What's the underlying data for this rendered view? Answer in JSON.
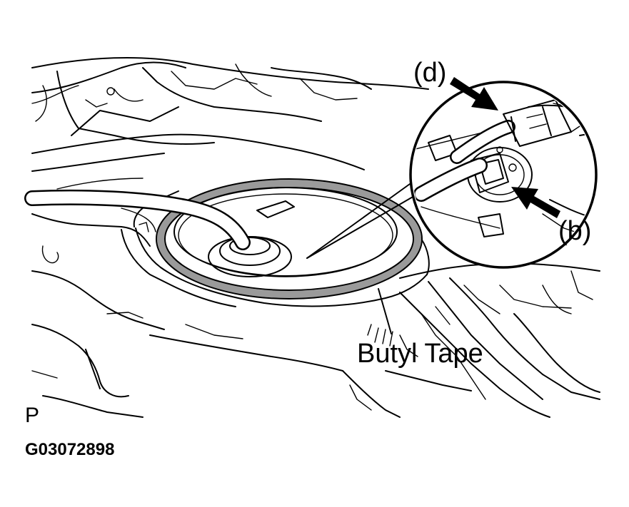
{
  "labels": {
    "detail_d": "(d)",
    "detail_b": "(b)",
    "butyl_tape": "Butyl Tape",
    "view_marker": "P",
    "figure_id": "G03072898"
  },
  "colors": {
    "line": "#000000",
    "background": "#ffffff",
    "tape_fill": "#9a9a9a"
  }
}
